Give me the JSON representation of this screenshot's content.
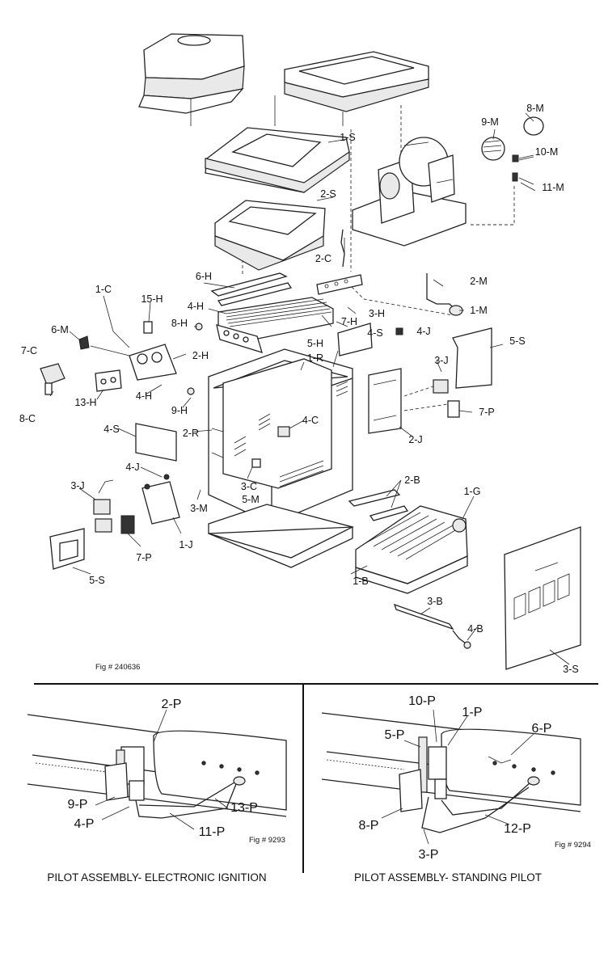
{
  "callouts": {
    "1_S": "1-S",
    "2_S": "2-S",
    "2_C": "2-C",
    "8_M": "8-M",
    "9_M": "9-M",
    "10_M": "10-M",
    "11_M": "11-M",
    "2_M": "2-M",
    "1_M": "1-M",
    "6_H": "6-H",
    "4_H": "4-H",
    "8_H": "8-H",
    "7_H": "7-H",
    "5_H": "5-H",
    "3_H": "3-H",
    "15_H": "15-H",
    "1_C": "1-C",
    "6_M": "6-M",
    "2_H": "2-H",
    "7_C": "7-C",
    "8_C": "8-C",
    "13_H": "13-H",
    "4_H_b": "4-H",
    "9_H": "9-H",
    "4_S_top": "4-S",
    "4_J_top": "4-J",
    "3_J_right": "3-J",
    "5_S_right": "5-S",
    "1_R": "1-R",
    "4_C": "4-C",
    "2_R": "2-R",
    "7_P_right": "7-P",
    "2_J": "2-J",
    "4_S_left": "4-S",
    "4_J_left": "4-J",
    "3_J_left": "3-J",
    "3_C": "3-C",
    "5_M": "5-M",
    "3_M": "3-M",
    "2_B": "2-B",
    "1_G": "1-G",
    "7_P_left": "7-P",
    "1_J": "1-J",
    "5_S_left": "5-S",
    "1_B": "1-B",
    "3_B": "3-B",
    "4_B": "4-B",
    "3_S": "3-S"
  },
  "fig_main": "Fig # 240636",
  "pilot_left": {
    "labels": {
      "p2": "2-P",
      "p9": "9-P",
      "p4": "4-P",
      "p11": "11-P",
      "p13": "13-P"
    },
    "fig": "Fig # 9293",
    "caption": "PILOT ASSEMBLY- ELECTRONIC IGNITION"
  },
  "pilot_right": {
    "labels": {
      "p10": "10-P",
      "p1": "1-P",
      "p5": "5-P",
      "p6": "6-P",
      "p8": "8-P",
      "p12": "12-P",
      "p3": "3-P"
    },
    "fig": "Fig # 9294",
    "caption": "PILOT ASSEMBLY- STANDING PILOT"
  }
}
